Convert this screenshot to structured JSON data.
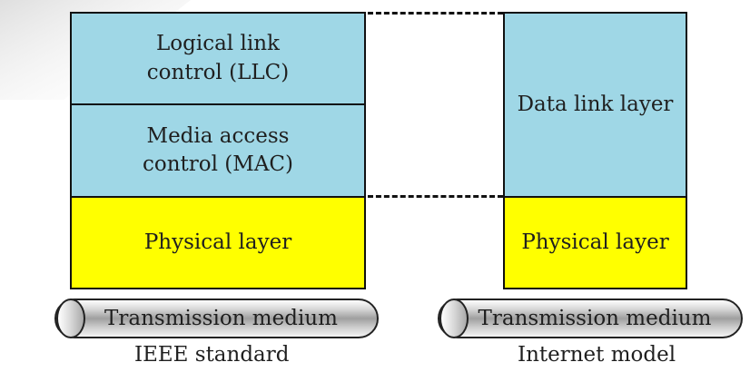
{
  "ieee_standard": {
    "llc_label": "Logical link\ncontrol (LLC)",
    "mac_label": "Media access\ncontrol (MAC)",
    "physical_label": "Physical layer",
    "medium_label": "Transmission medium",
    "caption": "IEEE standard"
  },
  "internet_model": {
    "data_link_label": "Data link layer",
    "physical_label": "Physical layer",
    "medium_label": "Transmission medium",
    "caption": "Internet model"
  },
  "colors": {
    "upper_layer_fill": "#9fd7e6",
    "physical_layer_fill": "#ffff00",
    "outline": "#111111",
    "dashed_connector": "#111111"
  },
  "icons": {
    "medium": "cable-cylinder-icon"
  }
}
